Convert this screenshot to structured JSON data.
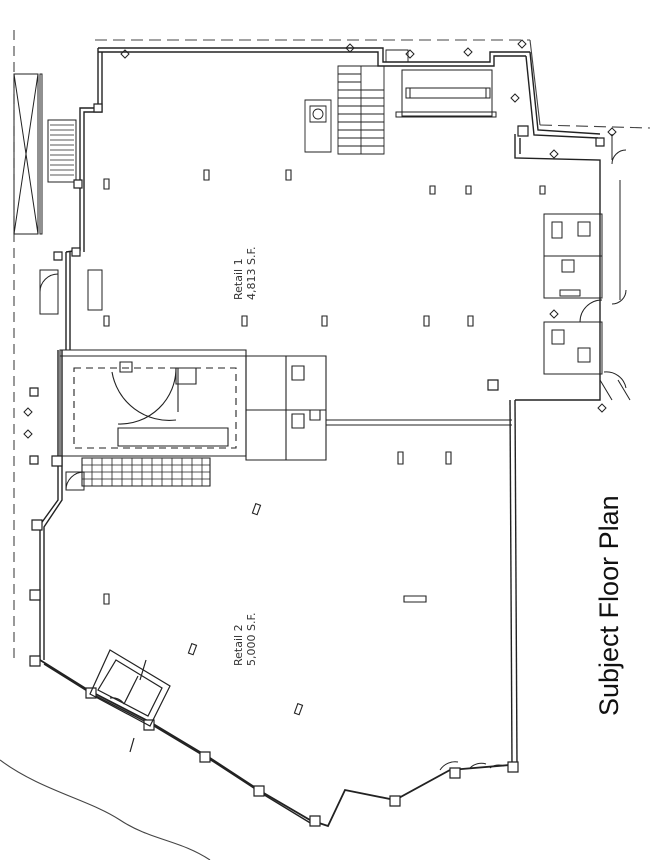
{
  "title": "Subject Floor Plan",
  "rooms": [
    {
      "name": "Retail 1",
      "area": "4,813 S.F."
    },
    {
      "name": "Retail 2",
      "area": "5,000 S.F."
    }
  ]
}
